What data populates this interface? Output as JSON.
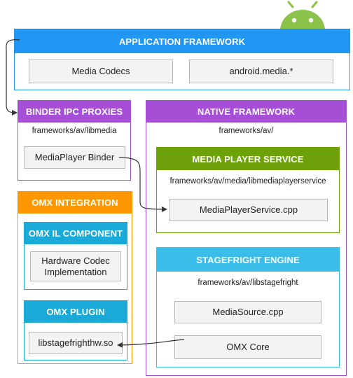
{
  "application_framework": {
    "title": "APPLICATION FRAMEWORK",
    "boxes": [
      "Media Codecs",
      "android.media.*"
    ]
  },
  "binder_ipc_proxies": {
    "title": "BINDER IPC PROXIES",
    "path": "frameworks/av/libmedia",
    "box": "MediaPlayer Binder"
  },
  "native_framework": {
    "title": "NATIVE FRAMEWORK",
    "path": "frameworks/av/",
    "media_player_service": {
      "title": "MEDIA PLAYER SERVICE",
      "path": "frameworks/av/media/libmediaplayerservice",
      "box": "MediaPlayerService.cpp"
    },
    "stagefright_engine": {
      "title": "STAGEFRIGHT ENGINE",
      "path": "frameworks/av/libstagefright",
      "boxes": [
        "MediaSource.cpp",
        "OMX Core"
      ]
    }
  },
  "omx_integration": {
    "title": "OMX INTEGRATION",
    "omx_il_component": {
      "title": "OMX IL COMPONENT",
      "box_line1": "Hardware Codec",
      "box_line2": "Implementation"
    },
    "omx_plugin": {
      "title": "OMX PLUGIN",
      "box": "libstagefrighthw.so"
    }
  },
  "colors": {
    "app_framework": "#2196f3",
    "binder": "#a64fd6",
    "native": "#a64fd6",
    "media_player_service": "#6fa10a",
    "stagefright": "#3bbde9",
    "omx_integration": "#ff9800",
    "omx_sub": "#1ba9d8",
    "android_robot": "#8bc34a"
  },
  "icons": {
    "logo": "android-robot-icon"
  }
}
